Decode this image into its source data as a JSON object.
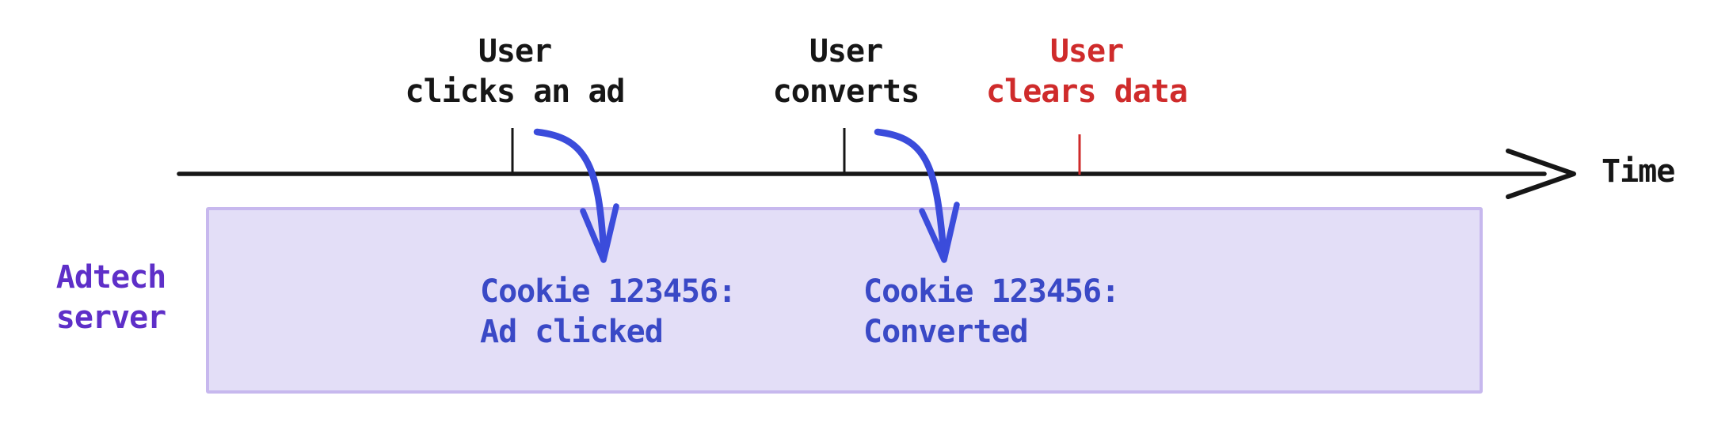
{
  "diagram": {
    "title_hint": "Third-party cookie conversion tracking timeline",
    "timeline": {
      "axis_label": "Time",
      "events": [
        {
          "id": "click",
          "label": "User\nclicks an ad",
          "color": "#161616"
        },
        {
          "id": "convert",
          "label": "User\nconverts",
          "color": "#161616"
        },
        {
          "id": "clear",
          "label": "User\nclears data",
          "color": "#cf2b2b"
        }
      ]
    },
    "server_box": {
      "label": "Adtech\nserver",
      "records": [
        {
          "id": "record-click",
          "text": "Cookie 123456:\nAd clicked"
        },
        {
          "id": "record-convert",
          "text": "Cookie 123456:\nConverted"
        }
      ]
    }
  },
  "colors": {
    "axis_black": "#161616",
    "tick_black": "#161616",
    "tick_red": "#cf2b2b",
    "event_red": "#cf2b2b",
    "arrow_blue": "#3b4cdb",
    "record_blue": "#3a49c6",
    "server_purple": "#5e2fc8",
    "box_fill": "#e3def7",
    "box_border": "#c7b8ee"
  }
}
